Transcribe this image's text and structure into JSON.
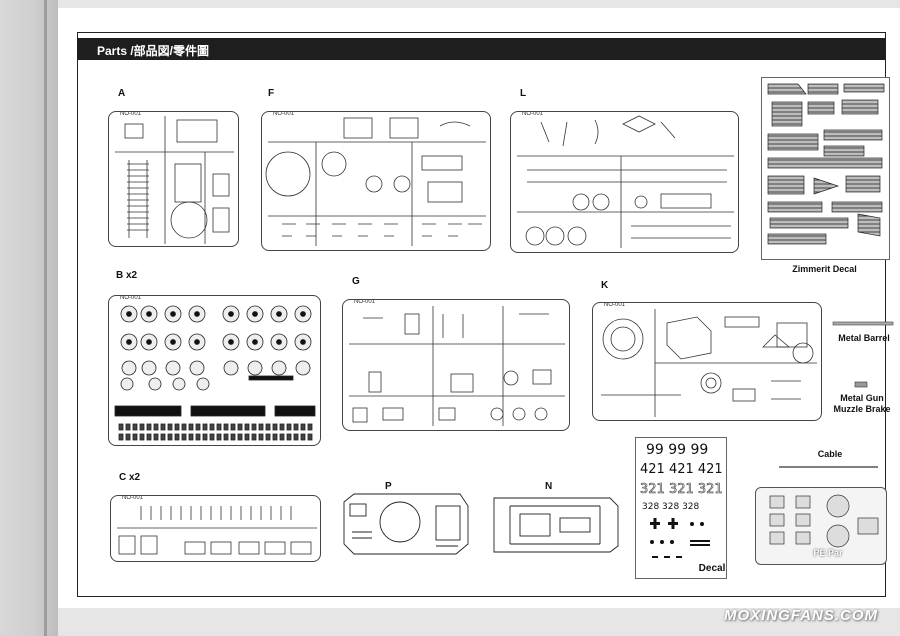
{
  "header": {
    "title": "Parts /部品図/零件圖"
  },
  "sprues": {
    "A": {
      "label": "A",
      "tag": "NO-001"
    },
    "F": {
      "label": "F",
      "tag": "NO-001"
    },
    "L": {
      "label": "L",
      "tag": "NO-001"
    },
    "B": {
      "label": "B x2",
      "tag": "NO-001"
    },
    "G": {
      "label": "G",
      "tag": "NO-001"
    },
    "K": {
      "label": "K",
      "tag": "NO-001"
    },
    "C": {
      "label": "C x2",
      "tag": "NO-001"
    },
    "P": {
      "label": "P"
    },
    "N": {
      "label": "N"
    }
  },
  "extras": {
    "zimmerit": "Zimmerit Decal",
    "barrel": "Metal Barrel",
    "brake": "Metal Gun\nMuzzle Brake",
    "cable": "Cable",
    "decal": "Decal",
    "pe": "PE Par"
  },
  "decal_numbers": {
    "row1": "99 99 99",
    "row2": "421 421 421",
    "row3": "321 321 321",
    "row4": "328 328 328"
  },
  "watermark": "MOXINGFANS.COM"
}
